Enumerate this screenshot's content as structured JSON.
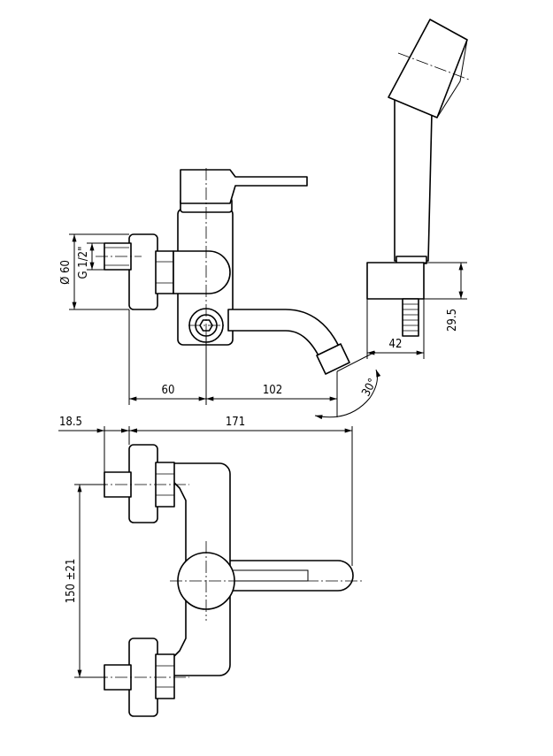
{
  "dimensions": {
    "pipe_diameter": "Ø 60",
    "thread": "G 1/2\"",
    "wall_offset": "60",
    "spout_reach": "102",
    "spout_angle": "30°",
    "holder_height": "29.5",
    "holder_depth": "42",
    "inlet_offset": "18.5",
    "total_length": "171",
    "center_distance": "150 ±21"
  }
}
